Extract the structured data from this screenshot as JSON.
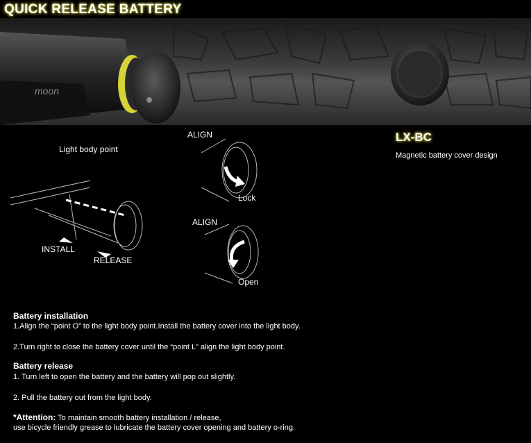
{
  "header": {
    "title": "QUICK RELEASE BATTERY"
  },
  "hero": {
    "logo_text": "moon"
  },
  "product": {
    "code": "LX-BC",
    "description": "Magnetic battery cover design"
  },
  "diagram": {
    "light_body_point": "Light body point",
    "install": "INSTALL",
    "release": "RELEASE",
    "align_top": "ALIGN",
    "lock": "Lock",
    "align_bottom": "ALIGN",
    "open": "Open"
  },
  "instructions": {
    "installation_heading": "Battery installation",
    "installation_step1": "1.Align the “point O” to the light body point.Install the battery cover into the light body.",
    "installation_step2": "2.Turn right to close the battery cover until the “point L” align the light body point.",
    "release_heading": "Battery release",
    "release_step1": "1. Turn left to open the battery and the battery will pop out slightly.",
    "release_step2": "2. Pull the battery out from the light body.",
    "attention_label": "*Attention:",
    "attention_line1": " To maintain smooth battery installation / release,",
    "attention_line2": "use bicycle friendly grease to lubricate the battery cover opening and battery o-ring."
  },
  "colors": {
    "glow": "#c8c23a",
    "ring_yellow": "#d6d23a",
    "background": "#000000"
  }
}
